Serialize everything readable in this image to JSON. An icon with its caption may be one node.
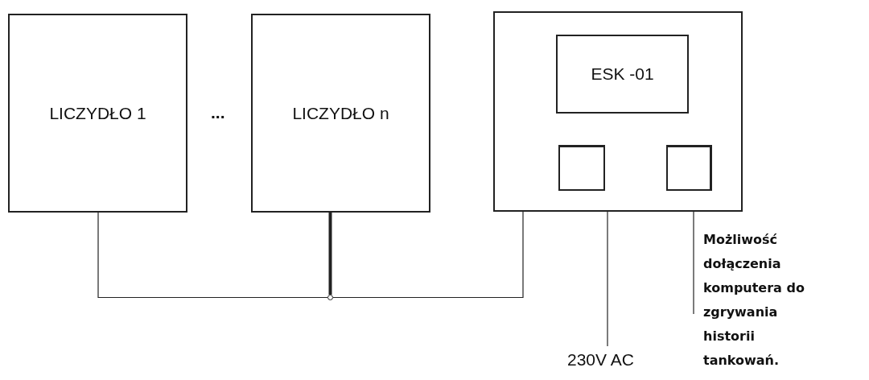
{
  "diagram": {
    "nodes": [
      {
        "text": [
          "LICZYDŁO 1"
        ]
      },
      {
        "text": [
          "LICZYDŁO n"
        ]
      },
      {
        "text": [],
        "shape": "box"
      },
      {
        "text": [
          "ESK -01"
        ],
        "in": 2
      },
      {
        "text": [],
        "shape": "box",
        "in": 2
      },
      {
        "text": [],
        "shape": "box",
        "in": 2
      },
      {
        "text": [],
        "shape": "circle"
      },
      {
        "text": [
          "230V AC"
        ]
      },
      {
        "text": [
          "Możliwość dołączenia komputera do zgrywania historii tankowań."
        ]
      }
    ],
    "edges": [
      {
        "from": 0,
        "to": 6,
        "arrow": "none"
      },
      {
        "from": 1,
        "to": 6,
        "arrow": "none",
        "style": "thick"
      },
      {
        "from": 2,
        "to": 6,
        "arrow": "none"
      },
      {
        "from": 2,
        "to": 7,
        "arrow": "none"
      },
      {
        "from": 2,
        "to": 8,
        "arrow": "none"
      }
    ],
    "labels": [
      "..."
    ]
  }
}
